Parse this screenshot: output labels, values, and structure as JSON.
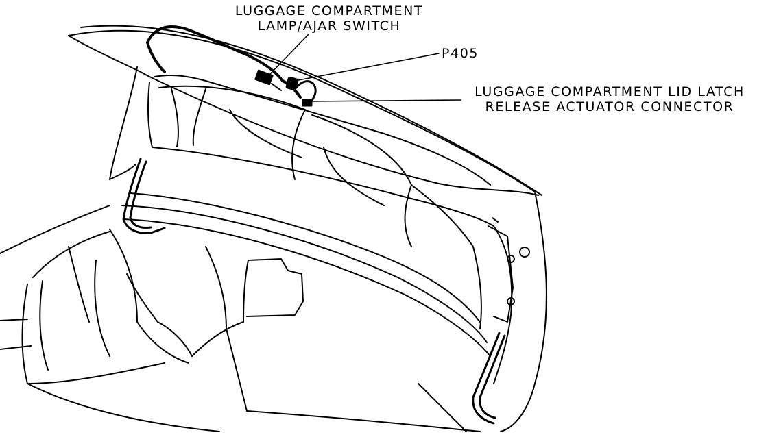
{
  "labels": {
    "switch_line1": "LUGGAGE COMPARTMENT",
    "switch_line2": "LAMP/AJAR SWITCH",
    "connector": "P405",
    "latch_line1": "LUGGAGE COMPARTMENT LID LATCH",
    "latch_line2": "RELEASE ACTUATOR CONNECTOR"
  },
  "colors": {
    "line": "#000000",
    "background": "#ffffff"
  }
}
